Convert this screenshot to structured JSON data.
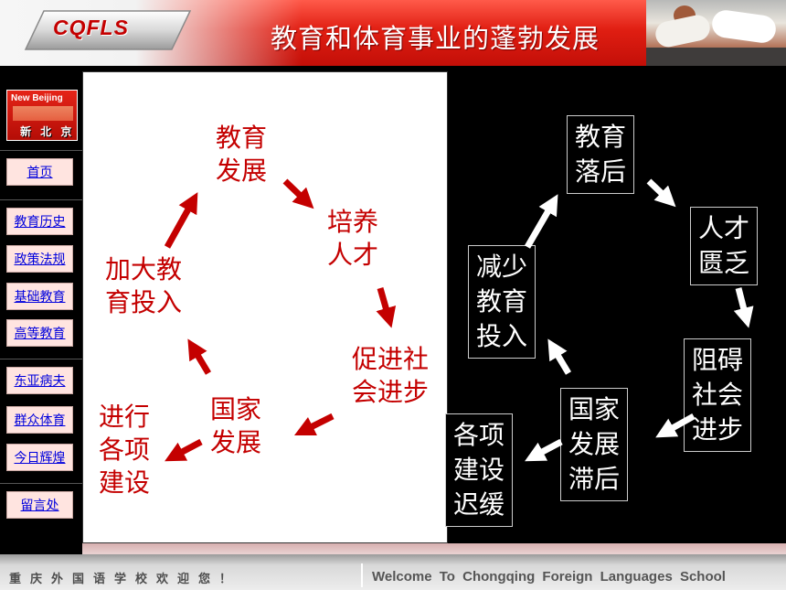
{
  "header": {
    "logo": "CQFLS",
    "title": "教育和体育事业的蓬勃发展"
  },
  "nav": {
    "logo_top": "New Beijing",
    "logo_bottom": "新 北 京",
    "items": [
      {
        "label": "首页"
      },
      {
        "label": "教育历史"
      },
      {
        "label": "政策法规"
      },
      {
        "label": "基础教育"
      },
      {
        "label": "高等教育"
      },
      {
        "label": "东亚病夫"
      },
      {
        "label": "群众体育"
      },
      {
        "label": "今日辉煌"
      },
      {
        "label": "留言处"
      }
    ]
  },
  "cycle_positive": {
    "nodes": [
      {
        "line1": "教育",
        "line2": "发展"
      },
      {
        "line1": "培养",
        "line2": "人才"
      },
      {
        "line1": "促进社",
        "line2": "会进步"
      },
      {
        "line1": "国家",
        "line2": "发展"
      },
      {
        "line1": "进行",
        "line2": "各项",
        "line3": "建设"
      },
      {
        "line1": "加大教",
        "line2": "育投入"
      }
    ],
    "color": "#c40000"
  },
  "cycle_negative": {
    "nodes": [
      {
        "line1": "教育",
        "line2": "落后"
      },
      {
        "line1": "人才",
        "line2": "匮乏"
      },
      {
        "line1": "阻碍",
        "line2": "社会",
        "line3": "进步"
      },
      {
        "line1": "国家",
        "line2": "发展",
        "line3": "滞后"
      },
      {
        "line1": "各项",
        "line2": "建设",
        "line3": "迟缓"
      },
      {
        "line1": "减少",
        "line2": "教育",
        "line3": "投入"
      }
    ],
    "color": "#ffffff"
  },
  "footer": {
    "left": "重庆外国语学校欢迎您！",
    "right": "Welcome To Chongqing Foreign Languages School"
  }
}
